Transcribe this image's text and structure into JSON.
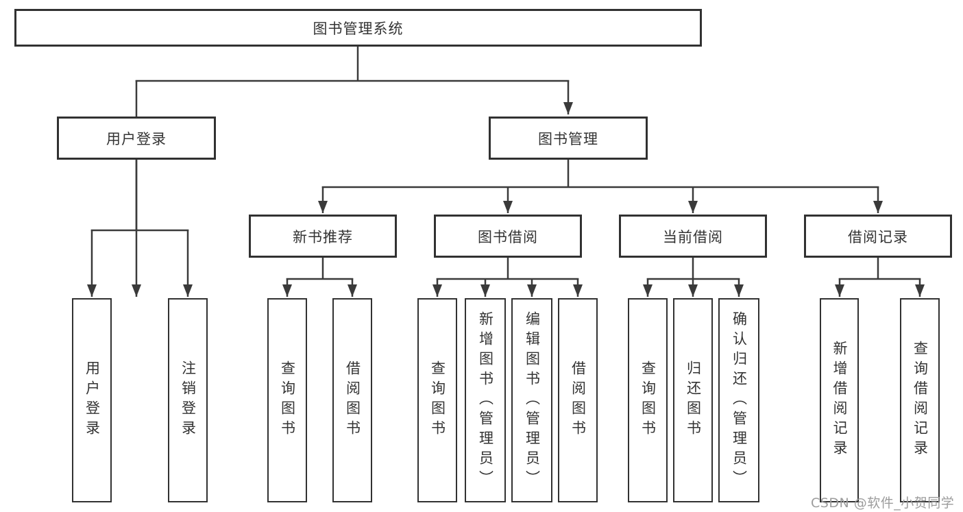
{
  "diagram": {
    "root": {
      "label": "图书管理系统"
    },
    "user_login": {
      "label": "用户登录",
      "children": [
        {
          "label": "用户登录"
        },
        {
          "label": "注销登录"
        }
      ]
    },
    "book_mgmt": {
      "label": "图书管理",
      "groups": [
        {
          "label": "新书推荐",
          "children": [
            {
              "label": "查询图书"
            },
            {
              "label": "借阅图书"
            }
          ]
        },
        {
          "label": "图书借阅",
          "children": [
            {
              "label": "查询图书"
            },
            {
              "label": "新增图书（管理员）"
            },
            {
              "label": "编辑图书（管理员）"
            },
            {
              "label": "借阅图书"
            }
          ]
        },
        {
          "label": "当前借阅",
          "children": [
            {
              "label": "查询图书"
            },
            {
              "label": "归还图书"
            },
            {
              "label": "确认归还（管理员）"
            }
          ]
        },
        {
          "label": "借阅记录",
          "children": [
            {
              "label": "新增借阅记录"
            },
            {
              "label": "查询借阅记录"
            }
          ]
        }
      ]
    }
  },
  "watermark": {
    "text": "CSDN @软件_小贺同学"
  },
  "colors": {
    "line": "#3a3a3a",
    "box_border": "#313131",
    "text": "#333333",
    "watermark": "#9c9c9c",
    "background": "#ffffff"
  }
}
